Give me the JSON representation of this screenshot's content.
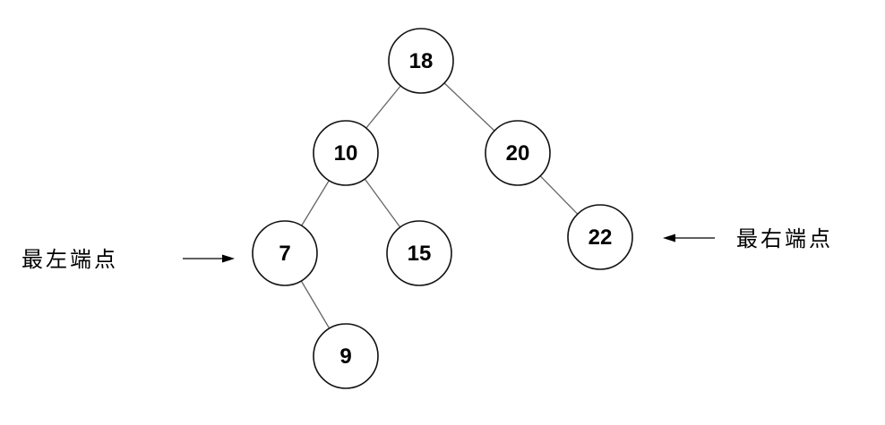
{
  "tree": {
    "nodes": [
      {
        "id": "n18",
        "label": "18"
      },
      {
        "id": "n10",
        "label": "10"
      },
      {
        "id": "n20",
        "label": "20"
      },
      {
        "id": "n7",
        "label": "7"
      },
      {
        "id": "n15",
        "label": "15"
      },
      {
        "id": "n22",
        "label": "22"
      },
      {
        "id": "n9",
        "label": "9"
      }
    ],
    "edges": [
      {
        "from": "n18",
        "to": "n10"
      },
      {
        "from": "n18",
        "to": "n20"
      },
      {
        "from": "n10",
        "to": "n7"
      },
      {
        "from": "n10",
        "to": "n15"
      },
      {
        "from": "n20",
        "to": "n22"
      },
      {
        "from": "n7",
        "to": "n9"
      }
    ]
  },
  "annotations": {
    "leftmost": "最左端点",
    "rightmost": "最右端点"
  },
  "colors": {
    "node_stroke": "#111111",
    "edge": "#666666",
    "text": "#000000"
  }
}
